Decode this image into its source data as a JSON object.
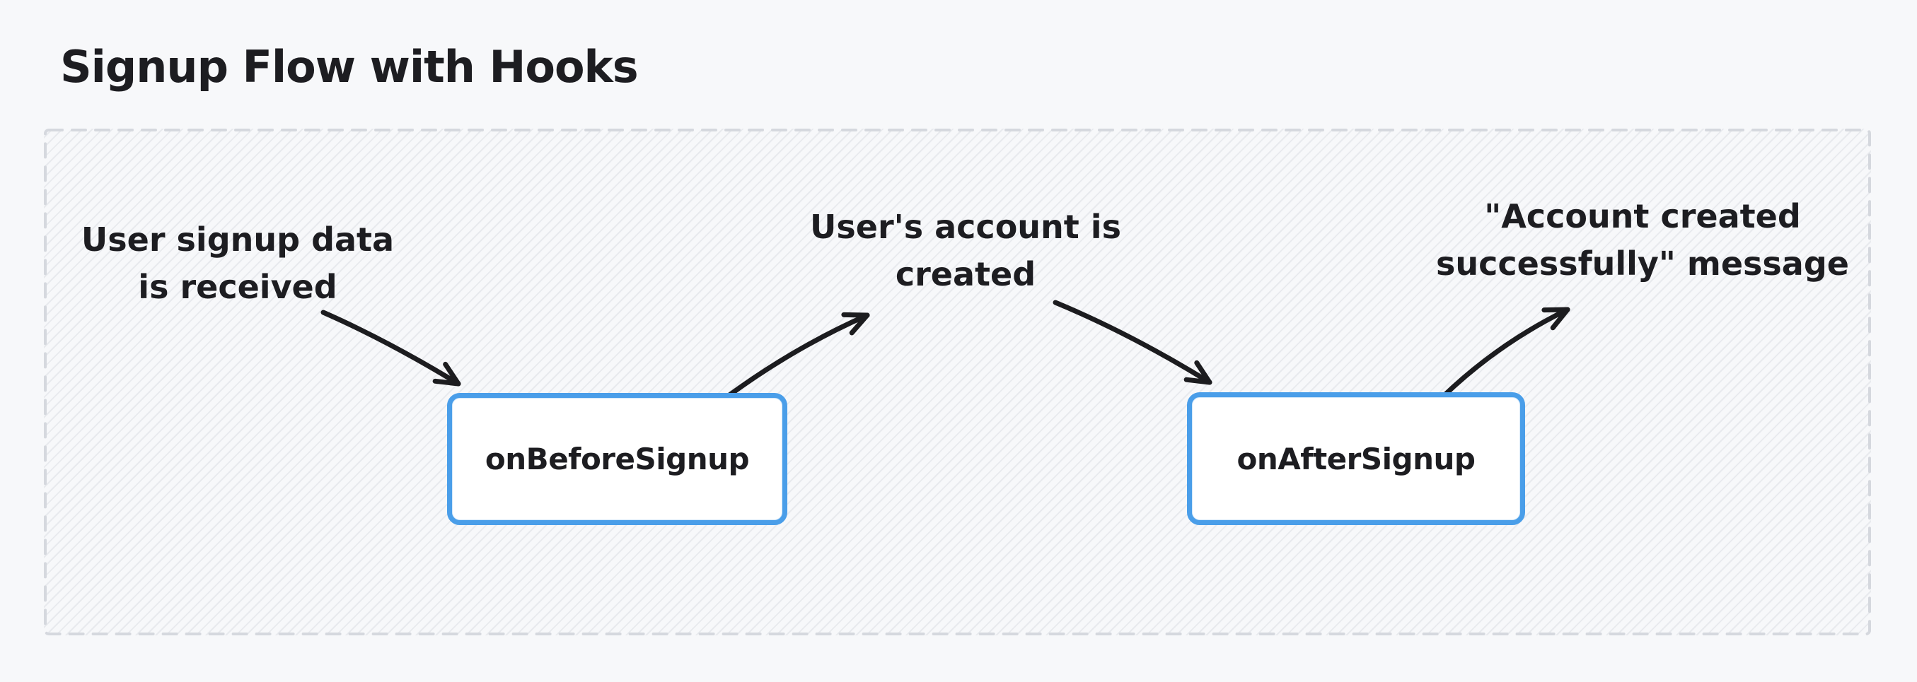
{
  "title": "Signup Flow with Hooks",
  "diagram": {
    "annotations": [
      {
        "id": "signup-data-received",
        "text": "User signup data\nis received"
      },
      {
        "id": "account-created",
        "text": "User's account is\ncreated"
      },
      {
        "id": "success-message",
        "text": "\"Account created\nsuccessfully\" message"
      }
    ],
    "nodes": [
      {
        "id": "on-before-signup",
        "label": "onBeforeSignup"
      },
      {
        "id": "on-after-signup",
        "label": "onAfterSignup"
      }
    ]
  },
  "colors": {
    "page_background": "#f7f8fa",
    "text": "#1d1d21",
    "arrow": "#1c1c1f",
    "node_border": "#4a9ee9",
    "node_fill": "#ffffff",
    "container_border": "#d5d8de",
    "hatch_line": "#e8eaee"
  }
}
